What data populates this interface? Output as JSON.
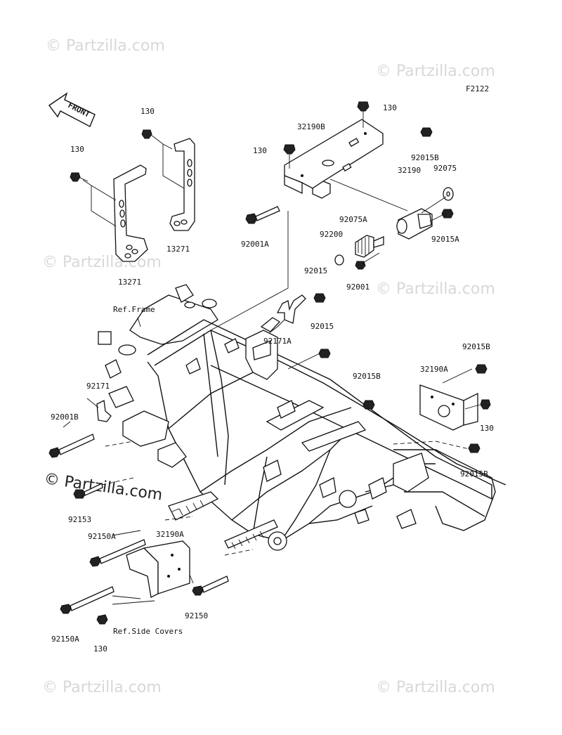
{
  "diagram_code": "F2122",
  "front_label": "FRONT",
  "watermark": {
    "small": "© Partzilla.com",
    "large": "© Partzilla.com"
  },
  "refs": {
    "frame": "Ref.Frame",
    "side_covers": "Ref.Side Covers"
  },
  "labels": {
    "l130_a": "130",
    "l130_b": "130",
    "l130_c": "130",
    "l130_d": "130",
    "l130_e": "130",
    "l130_f": "130",
    "l13271_a": "13271",
    "l13271_b": "13271",
    "l32190B": "32190B",
    "l32190": "32190",
    "l92015B_a": "92015B",
    "l92015B_b": "92015B",
    "l92015B_c": "92015B",
    "l92015B_d": "92015B",
    "l92075": "92075",
    "l92075A": "92075A",
    "l92200": "92200",
    "l92015A": "92015A",
    "l92001A": "92001A",
    "l92001": "92001",
    "l92015_a": "92015",
    "l92015_b": "92015",
    "l92171A": "92171A",
    "l92171": "92171",
    "l32190A_a": "32190A",
    "l32190A_b": "32190A",
    "l92001B": "92001B",
    "l92153": "92153",
    "l92150A_a": "92150A",
    "l92150A_b": "92150A",
    "l92150": "92150"
  }
}
